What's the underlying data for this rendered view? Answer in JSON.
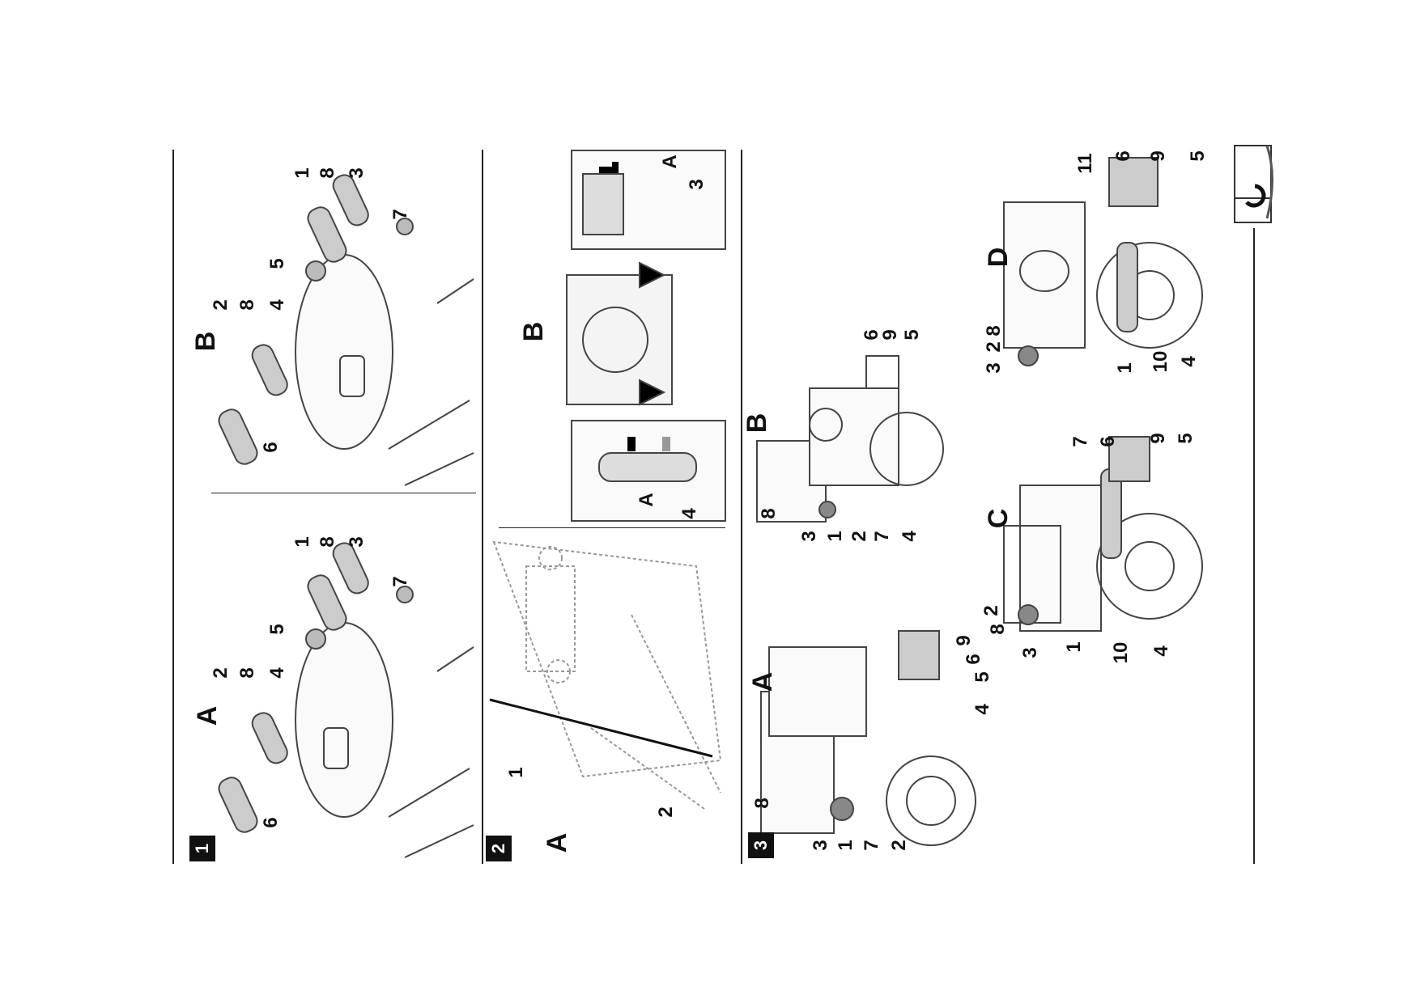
{
  "sections": [
    {
      "number": "1",
      "panels": [
        {
          "letter": "A",
          "callouts": [
            "2",
            "8",
            "4",
            "5",
            "1",
            "8",
            "3",
            "7",
            "6"
          ]
        },
        {
          "letter": "B",
          "callouts": [
            "2",
            "8",
            "4",
            "5",
            "1",
            "8",
            "3",
            "7",
            "6"
          ]
        }
      ]
    },
    {
      "number": "2",
      "panels": [
        {
          "letter": "A",
          "callouts": [
            "1",
            "2"
          ]
        },
        {
          "letter": "B",
          "callouts": [
            "A",
            "4",
            "3",
            "A"
          ]
        }
      ]
    },
    {
      "number": "3",
      "panels": [
        {
          "letter": "A",
          "callouts": [
            "8",
            "3",
            "1",
            "7",
            "2",
            "4",
            "5",
            "6",
            "9"
          ]
        },
        {
          "letter": "B",
          "callouts": [
            "8",
            "3",
            "1",
            "2",
            "7",
            "4",
            "5",
            "9",
            "6"
          ]
        },
        {
          "letter": "C",
          "callouts": [
            "2",
            "8",
            "3",
            "1",
            "10",
            "4",
            "7",
            "6",
            "9",
            "5"
          ]
        },
        {
          "letter": "D",
          "callouts": [
            "3",
            "2",
            "8",
            "1",
            "10",
            "4",
            "11",
            "6",
            "9",
            "5"
          ]
        }
      ]
    }
  ],
  "icons": [
    "turn-page-icon"
  ],
  "colors": {
    "ink": "#111111",
    "art": "#555555"
  }
}
